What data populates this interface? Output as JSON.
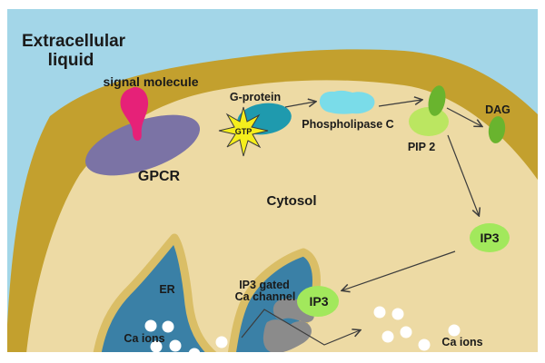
{
  "figure": {
    "type": "cell-signaling-diagram",
    "title": "GPCR / IP3 second-messenger signaling pathway",
    "labels": {
      "extracellular_line1": "Extracellular",
      "extracellular_line2": "liquid",
      "signal_molecule": "signal molecule",
      "gpcr": "GPCR",
      "g_protein": "G-protein",
      "gtp": "GTP",
      "phospholipase_c": "Phospholipase C",
      "pip2": "PIP 2",
      "dag": "DAG",
      "cytosol": "Cytosol",
      "ip3_free": "IP3",
      "channel_line1": "IP3 gated",
      "channel_line2": "Ca channel",
      "ip3_bound": "IP3",
      "er": "ER",
      "ca_ions_er": "Ca ions",
      "ca_ions_cytosol": "Ca ions"
    },
    "colors": {
      "border": "#ffffff",
      "extracellular_bg": "#a3d6e8",
      "membrane": "#c3a02e",
      "cytosol": "#eddaa4",
      "er_fill": "#3a80a6",
      "er_rim": "#dabe66",
      "gpcr": "#7b73a5",
      "signal_molecule": "#e62178",
      "g_protein": "#1f9aae",
      "gtp_star": "#f5ee1c",
      "star_outline": "#3a3a3a",
      "phospholipase_c": "#7adce9",
      "pip2_body": "#bbe661",
      "lipid_green": "#69b42e",
      "ip3": "#a2e85c",
      "channel_gray": "#8b8b8b",
      "ca_ion": "#ffffff",
      "arrow": "#3c3c3c",
      "text": "#1a1a1a"
    }
  }
}
